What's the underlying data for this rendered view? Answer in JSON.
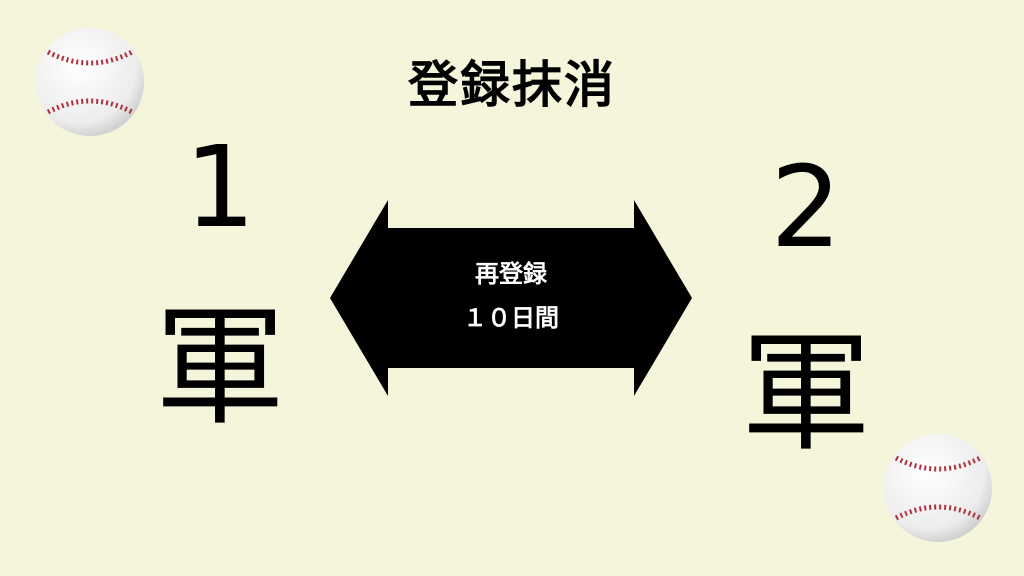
{
  "title": "登録抹消",
  "teams": {
    "left": {
      "number": "1",
      "label": "軍"
    },
    "right": {
      "number": "2",
      "label": "軍"
    }
  },
  "arrow": {
    "line1": "再登録",
    "line2": "１０日間",
    "fill_color": "#000000",
    "text_color": "#ffffff"
  },
  "decorations": {
    "ball_icon": "baseball-icon",
    "stitch_color": "#b03040"
  },
  "colors": {
    "background": "#f5f5dc"
  }
}
